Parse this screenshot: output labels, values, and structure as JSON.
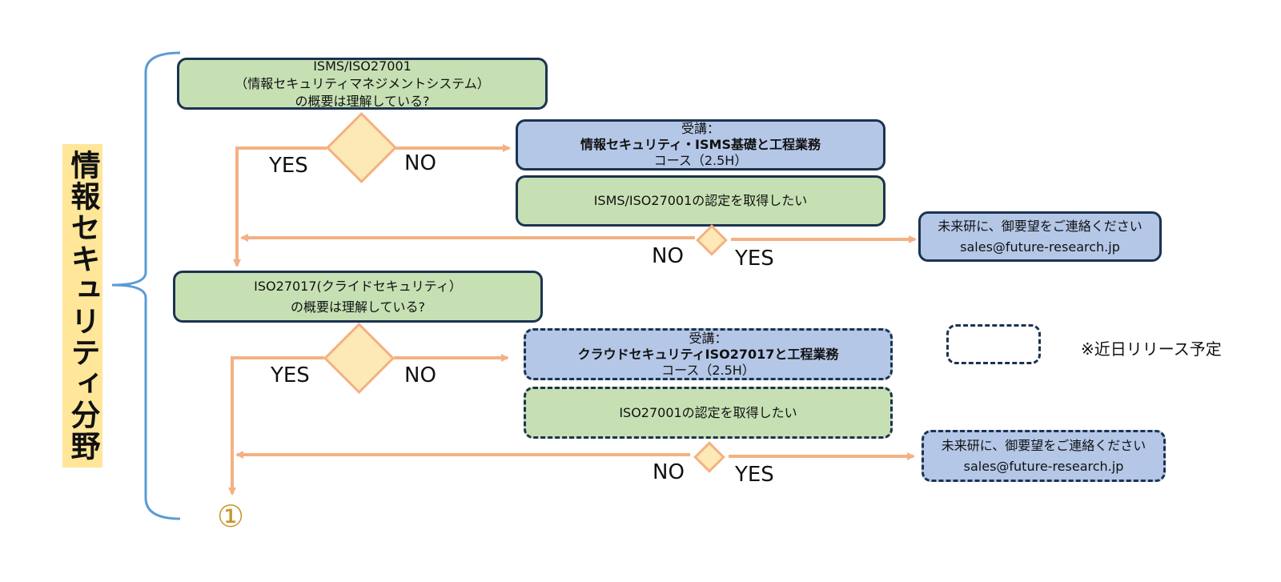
{
  "title": "情報セキュリティ分野",
  "box1": {
    "lines": [
      "ISMS/ISO27001",
      "（情報セキュリティマネジメントシステム）",
      "の概要は理解している?"
    ]
  },
  "course1": {
    "line1": "受講：",
    "line2": "情報セキュリティ・ISMS基礎と工程業務",
    "line3": "コース（2.5H）"
  },
  "cert1": "ISMS/ISO27001の認定を取得したい",
  "contact1": {
    "line1": "未来研に、御要望をご連絡ください",
    "line2": "sales@future-research.jp"
  },
  "box2": {
    "lines": [
      "ISO27017(クライドセキュリティ）",
      "の概要は理解している?"
    ]
  },
  "course2": {
    "line1": "受講：",
    "line2": "クラウドセキュリティISO27017と工程業務",
    "line3": "コース（2.5H）"
  },
  "cert2": "ISO27001の認定を取得したい",
  "contact2": {
    "line1": "未来研に、御要望をご連絡ください",
    "line2": "sales@future-research.jp"
  },
  "labels": {
    "yes": "YES",
    "no": "NO"
  },
  "legend_note": "※近日リリース予定",
  "next_marker": "①",
  "colors": {
    "green": "#c6e0b4",
    "blue": "#b4c7e7",
    "border": "#1c3350",
    "arrow": "#f4b183",
    "diamond": "#fde9b6",
    "brace": "#5b9bd5",
    "title_bg": "#ffe699"
  }
}
